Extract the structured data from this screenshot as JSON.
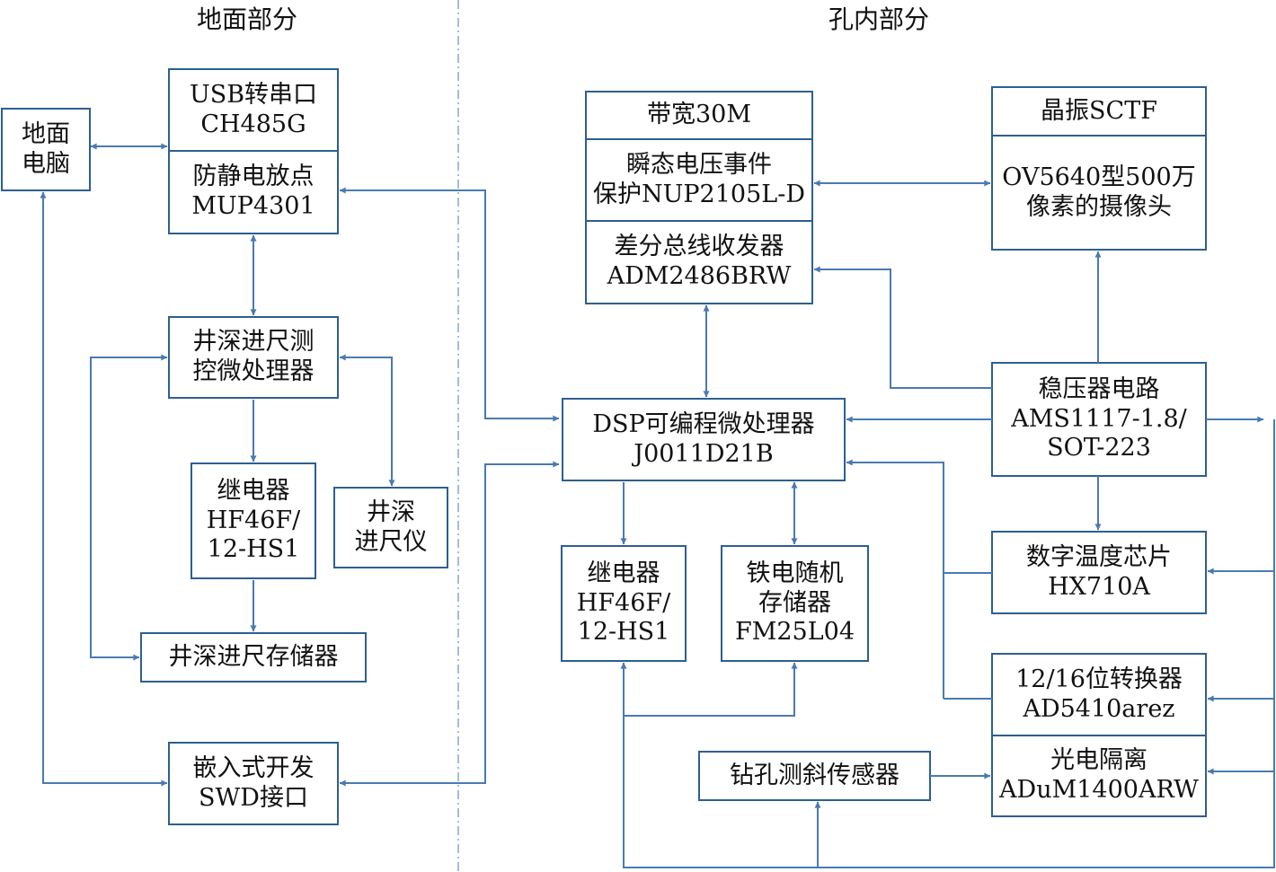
{
  "sections": {
    "ground": "地面部分",
    "downhole": "孔内部分"
  },
  "blocks": {
    "ground_pc": [
      "地面",
      "电脑"
    ],
    "usb_serial": [
      "USB转串口",
      "CH485G"
    ],
    "esd_point": [
      "防静电放点",
      "MUP4301"
    ],
    "depth_mcu": [
      "井深进尺测",
      "控微处理器"
    ],
    "relay_ground": [
      "继电器",
      "HF46F/",
      "12-HS1"
    ],
    "depth_meter": [
      "井深",
      "进尺仪"
    ],
    "depth_storage": [
      "井深进尺存储器"
    ],
    "swd": [
      "嵌入式开发",
      "SWD接口"
    ],
    "bandwidth": [
      "带宽30M"
    ],
    "tvs": [
      "瞬态电压事件",
      "保护NUP2105L-D"
    ],
    "transceiver": [
      "差分总线收发器",
      "ADM2486BRW"
    ],
    "crystal": [
      "晶振SCTF"
    ],
    "camera": [
      "OV5640型500万",
      "像素的摄像头"
    ],
    "dsp": [
      "DSP可编程微处理器",
      "J0011D21B"
    ],
    "regulator": [
      "稳压器电路",
      "AMS1117-1.8/",
      "SOT-223"
    ],
    "relay_hole": [
      "继电器",
      "HF46F/",
      "12-HS1"
    ],
    "fram": [
      "铁电随机",
      "存储器",
      "FM25L04"
    ],
    "temp_chip": [
      "数字温度芯片",
      "HX710A"
    ],
    "adc": [
      "12/16位转换器",
      "AD5410arez"
    ],
    "optoisolator": [
      "光电隔离",
      "ADuM1400ARW"
    ],
    "inclinometer": [
      "钻孔测斜传感器"
    ]
  },
  "colors": {
    "box_stroke": "#2d5f8f",
    "wire": "#4a7ab0"
  }
}
